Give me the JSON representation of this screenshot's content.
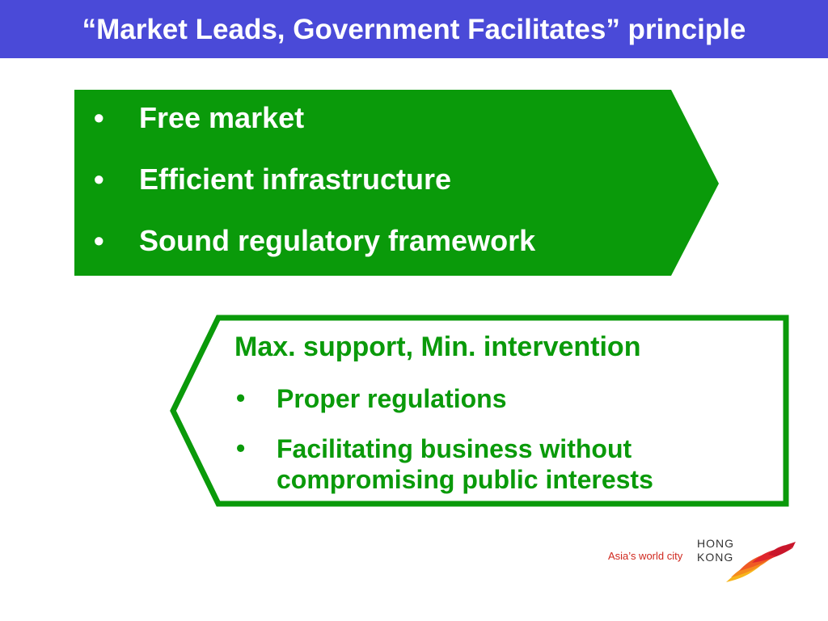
{
  "title": "“Market Leads, Government Facilitates” principle",
  "box1": {
    "items": [
      "Free market",
      "Efficient infrastructure",
      "Sound regulatory framework"
    ]
  },
  "box2": {
    "heading": "Max. support, Min. intervention",
    "items": [
      "Proper regulations",
      "Facilitating business without",
      "compromising public interests"
    ]
  },
  "bullet": "•",
  "logo": {
    "tagline": "Asia’s world city",
    "line1": "HONG",
    "line2": "KONG"
  },
  "colors": {
    "title_bar": "#4a4ad8",
    "green": "#0a9a0a",
    "tagline_red": "#d0281e"
  }
}
